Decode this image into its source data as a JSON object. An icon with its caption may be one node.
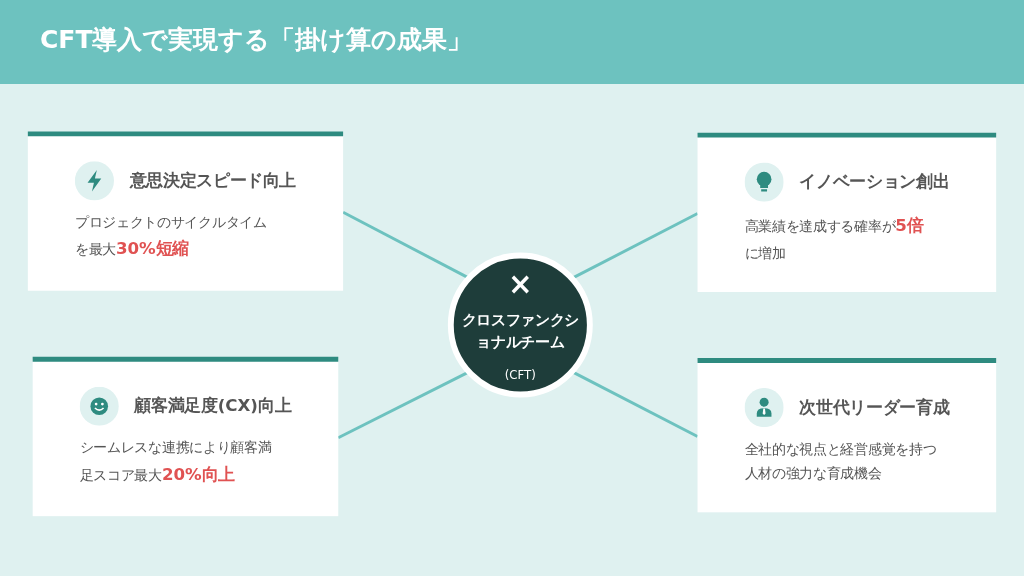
{
  "diagram": {
    "title": "CFT導入で実現する「掛け算の成果」",
    "nodes": [
      {
        "text": [
          "意思決定スピード向上",
          "プロジェクトのサイクルタイムを最大**30%短縮**"
        ]
      },
      {
        "text": [
          "イノベーション創出",
          "高業績を達成する確率が**5倍**に増加"
        ]
      },
      {
        "text": [
          "×",
          "クロスファンクショナルチーム",
          "(CFT)"
        ]
      },
      {
        "text": [
          "顧客満足度(CX)向上",
          "シームレスな連携により顧客満足スコア最大**20%向上**"
        ]
      },
      {
        "text": [
          "次世代リーダー育成",
          "全社的な視点と経営感覚を持つ人材の強力な育成機会"
        ]
      }
    ],
    "edges": [
      {
        "from": 0,
        "to": 2,
        "arrow": "none"
      },
      {
        "from": 2,
        "to": 1,
        "arrow": "none"
      },
      {
        "from": 3,
        "to": 2,
        "arrow": "none"
      },
      {
        "from": 2,
        "to": 4,
        "arrow": "none"
      }
    ]
  }
}
